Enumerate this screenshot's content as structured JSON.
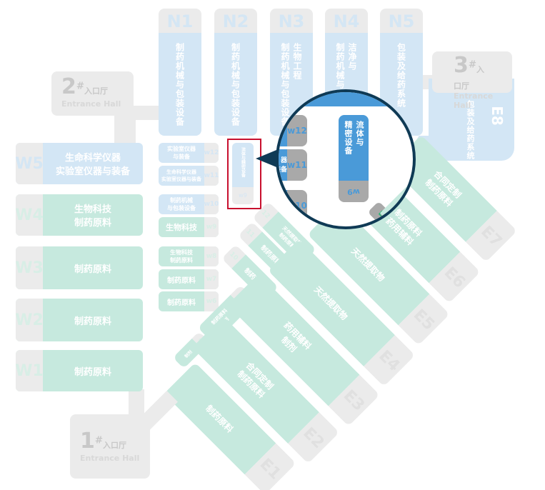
{
  "north_halls": [
    {
      "id": "N1",
      "label": "制药机械与包装设备"
    },
    {
      "id": "N2",
      "label": "制药机械与包装设备"
    },
    {
      "id": "N3",
      "label": "制药机械与包装设备",
      "label2": "生物工程"
    },
    {
      "id": "N4",
      "label": "制药机械与",
      "label2": "洁净与"
    },
    {
      "id": "N5",
      "label": "包装及给药系统"
    }
  ],
  "entrances": [
    {
      "num": "2",
      "sup": "#",
      "name": "入口厅",
      "en": "Entrance Hall"
    },
    {
      "num": "3",
      "sup": "#",
      "name": "入口厅",
      "en": "Entrance Hall"
    },
    {
      "num": "1",
      "sup": "#",
      "name": "入口厅",
      "en": "Entrance Hall"
    }
  ],
  "e8": {
    "id": "E8",
    "label": "包装及给药系统"
  },
  "west_halls": [
    {
      "id": "W5",
      "label": "生命科学仪器\n实验室仪器与装备"
    },
    {
      "id": "W4",
      "label": "生物科技\n制药原料"
    },
    {
      "id": "W3",
      "label": "制药原料"
    },
    {
      "id": "W2",
      "label": "制药原料"
    },
    {
      "id": "W1",
      "label": "制药原料"
    }
  ],
  "small_halls": [
    {
      "id": "w12",
      "label": "实验室仪器\n与装备"
    },
    {
      "id": "w11",
      "label": "生命科学仪器\n实验室仪器与装备"
    },
    {
      "id": "w10",
      "label": "制药机械\n与包装设备"
    },
    {
      "id": "w9",
      "label": "生物科技"
    },
    {
      "id": "w8",
      "label": "生物科技\n制药原料"
    },
    {
      "id": "w7",
      "label": "制药原料"
    },
    {
      "id": "w6",
      "label": "制药原料"
    }
  ],
  "highlight": {
    "label": "流体与精密设备",
    "id": "w9"
  },
  "east_halls": [
    {
      "id": "E1",
      "label": "制药原料"
    },
    {
      "id": "E2",
      "label": "合同定制\n制药原料"
    },
    {
      "id": "E3",
      "label": "药用辅料\n制剂"
    },
    {
      "id": "E4",
      "label": "天然提取物"
    },
    {
      "id": "E5",
      "label": "天然提取物"
    },
    {
      "id": "E6",
      "label": "制药原料\n药用辅料"
    },
    {
      "id": "E7",
      "label": "合同定制\n制药原料"
    }
  ],
  "diag_small": [
    {
      "id": "12",
      "label": "天然提取物\n制药原料"
    },
    {
      "id": "11",
      "label": "制药原料"
    },
    {
      "id": "10",
      "label": "制药原料"
    },
    {
      "id": "9",
      "label": "制药原料\n制剂"
    },
    {
      "id": "8",
      "label": "制剂"
    }
  ],
  "magnifier": {
    "tiles": [
      {
        "id": "w12",
        "label": ""
      },
      {
        "id": "w11",
        "label": "器\n装备"
      },
      {
        "id": "w10",
        "label": ""
      }
    ],
    "center_tile": {
      "label": "流体与\n精密设备",
      "id": "w9"
    },
    "e_tag": "E"
  },
  "colors": {
    "blue": "#d3e6f5",
    "green": "#c6e9de",
    "grey": "#ebebeb",
    "accent_blue": "#4a9ad8",
    "outline": "#0f3a55",
    "highlight": "#c8102e"
  }
}
